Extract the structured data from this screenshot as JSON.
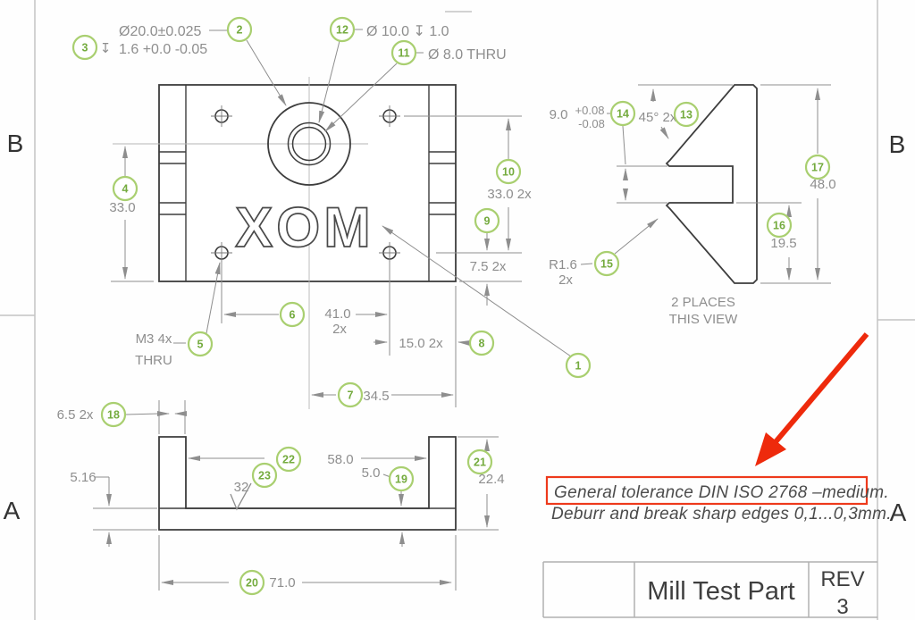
{
  "zones": {
    "left_top": "B",
    "right_top": "B",
    "left_bottom": "A",
    "right_bottom": "A"
  },
  "texts": {
    "d20": "Ø20.0±0.025",
    "d16": "1.6 +0.0 -0.05",
    "depth": "↧",
    "d10": "Ø 10.0 ↧ 1.0",
    "d8": "Ø 8.0 THRU",
    "m3a": "M3 4x",
    "m3b": "THRU",
    "d33l": "33.0",
    "d41a": "41.0",
    "d41b": "2x",
    "d15": "15.0 2x",
    "d345": "34.5",
    "d33r": "33.0 2x",
    "d75": "7.5 2x",
    "d9": "9.0",
    "d9p": "+0.08",
    "d9m": "-0.08",
    "d45": "45° 2x",
    "d48": "48.0",
    "d195": "19.5",
    "r16a": "R1.6",
    "r16b": "2x",
    "places1": "2 PLACES",
    "places2": "THIS VIEW",
    "d65": "6.5 2x",
    "d516": "5.16",
    "d58": "58.0",
    "d32": "32",
    "d50": "5.0",
    "d224": "22.4",
    "d71": "71.0",
    "engraving": "XOM"
  },
  "balloons": {
    "b1": "1",
    "b2": "2",
    "b3": "3",
    "b4": "4",
    "b5": "5",
    "b6": "6",
    "b7": "7",
    "b8": "8",
    "b9": "9",
    "b10": "10",
    "b11": "11",
    "b12": "12",
    "b13": "13",
    "b14": "14",
    "b15": "15",
    "b16": "16",
    "b17": "17",
    "b18": "18",
    "b19": "19",
    "b20": "20",
    "b21": "21",
    "b22": "22",
    "b23": "23"
  },
  "notes": {
    "line1": "General tolerance DIN ISO 2768 –medium.",
    "line2": "Deburr and break sharp edges 0,1...0,3mm."
  },
  "title_block": {
    "part_name": "Mill Test Part",
    "rev_label": "REV",
    "rev_value": "3"
  },
  "colors": {
    "balloon_stroke": "#a9cf70",
    "balloon_text": "#74ab3e",
    "dim_gray": "#8e8e8e",
    "edge": "#3d3d3d",
    "red": "#ee2a0c",
    "frame": "#c4c4c4"
  }
}
